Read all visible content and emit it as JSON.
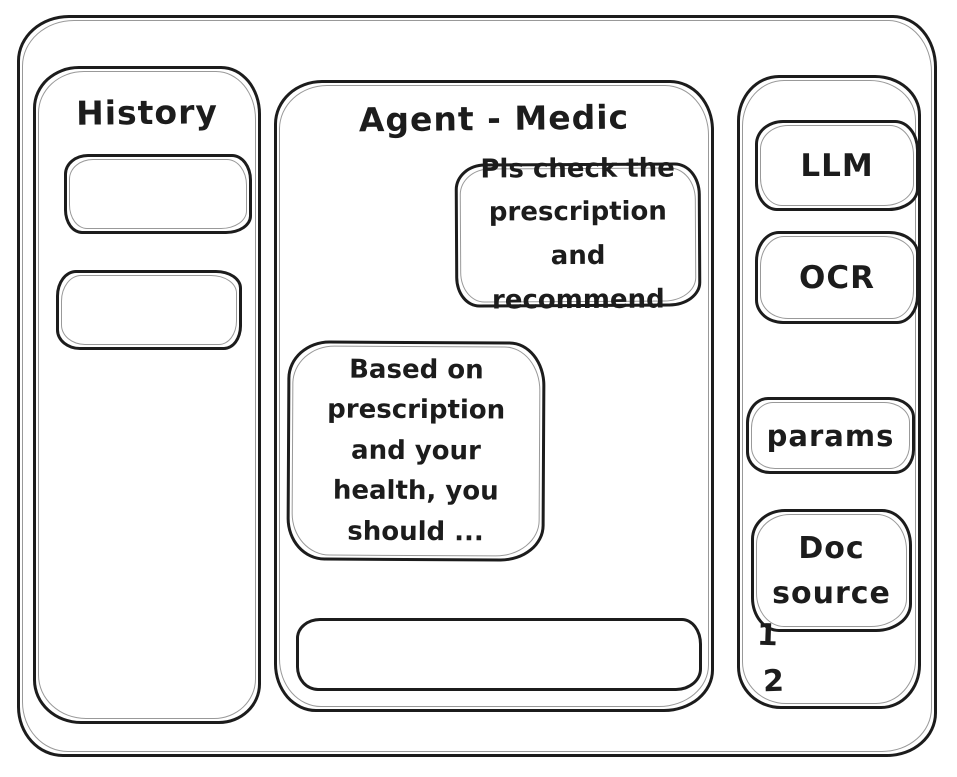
{
  "frame": {
    "stroke_color": "#1c1c1c",
    "background_color": "#ffffff"
  },
  "history": {
    "title": "History",
    "items": [
      {
        "label": ""
      },
      {
        "label": ""
      }
    ]
  },
  "chat": {
    "title": "Agent - Medic",
    "messages": [
      {
        "role": "user",
        "text": "Pls check the prescription and recommend"
      },
      {
        "role": "assistant",
        "text": "Based on prescription and your health, you should ..."
      }
    ],
    "input": {
      "value": "",
      "placeholder": ""
    }
  },
  "tools": {
    "buttons": [
      {
        "label": "LLM"
      },
      {
        "label": "OCR"
      },
      {
        "label": "params"
      },
      {
        "label": "Doc source"
      }
    ],
    "doc_items": [
      {
        "label": "1"
      },
      {
        "label": "2"
      }
    ]
  }
}
